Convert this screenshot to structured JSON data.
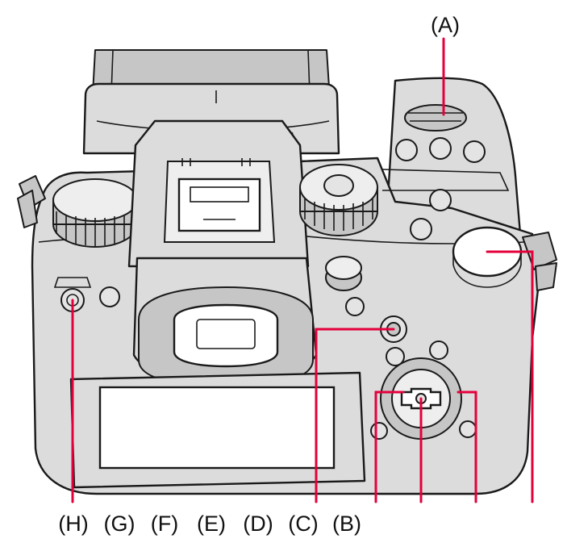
{
  "callouts": {
    "A": "(A)",
    "B": "(B)",
    "C": "(C)",
    "D": "(D)",
    "E": "(E)",
    "F": "(F)",
    "G": "(G)",
    "H": "(H)"
  },
  "colors": {
    "leader": "#e4003b",
    "body": "#dcdcdc",
    "outline": "#1a1a1a",
    "screen": "#ffffff"
  }
}
